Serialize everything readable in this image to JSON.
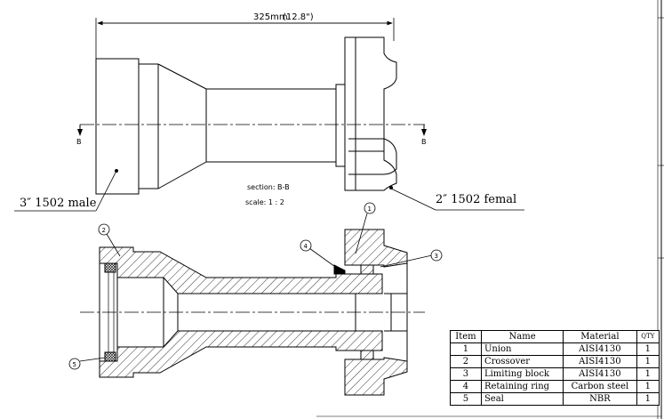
{
  "dimension": {
    "value": "325mm",
    "inch": "(12.8\")"
  },
  "section_marks": {
    "left": "B",
    "right": "B"
  },
  "section_note": "section: B-B",
  "scale_note": "scale: 1 : 2",
  "ends": {
    "male": "3″ 1502 male",
    "female": "2″ 1502 femal"
  },
  "balloons": [
    "1",
    "2",
    "3",
    "4",
    "5"
  ],
  "bom": {
    "headers": [
      "Item",
      "Name",
      "Material",
      "QTY"
    ],
    "rows": [
      {
        "item": "1",
        "name": "Union",
        "material": "AISI4130",
        "qty": "1"
      },
      {
        "item": "2",
        "name": "Crossover",
        "material": "AISI4130",
        "qty": "1"
      },
      {
        "item": "3",
        "name": "Limiting block",
        "material": "AISI4130",
        "qty": "1"
      },
      {
        "item": "4",
        "name": "Retaining ring",
        "material": "Carbon steel",
        "qty": "1"
      },
      {
        "item": "5",
        "name": "Seal",
        "material": "NBR",
        "qty": "1"
      }
    ]
  }
}
